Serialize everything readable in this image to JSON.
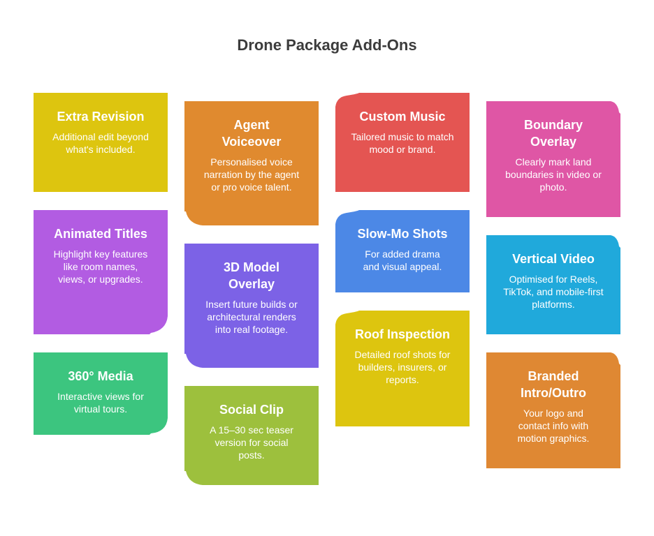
{
  "title": "Drone Package Add-Ons",
  "cards": [
    {
      "title": "Extra Revision",
      "desc": "Additional edit beyond what's included.",
      "color": "#DDC50F"
    },
    {
      "title": "Agent Voiceover",
      "desc": "Personalised voice narration by the agent or pro voice talent.",
      "color": "#E08A2F"
    },
    {
      "title": "Custom Music",
      "desc": "Tailored music to match mood or brand.",
      "color": "#E45552"
    },
    {
      "title": "Boundary Overlay",
      "desc": "Clearly mark land boundaries in video or photo.",
      "color": "#DF56A5"
    },
    {
      "title": "Animated Titles",
      "desc": "Highlight key features like room names, views, or upgrades.",
      "color": "#B25CE2"
    },
    {
      "title": "Slow-Mo Shots",
      "desc": "For added drama and visual appeal.",
      "color": "#4C88E6"
    },
    {
      "title": "3D Model Overlay",
      "desc": "Insert future builds or architectural renders into real footage.",
      "color": "#7C62E6"
    },
    {
      "title": "Vertical Video",
      "desc": "Optimised for Reels, TikTok, and mobile-first platforms.",
      "color": "#20A9DB"
    },
    {
      "title": "Roof Inspection",
      "desc": "Detailed roof shots for builders, insurers, or reports.",
      "color": "#DDC50F"
    },
    {
      "title": "360° Media",
      "desc": "Interactive views for virtual tours.",
      "color": "#3CC57F"
    },
    {
      "title": "Social Clip",
      "desc": "A 15–30 sec teaser version for social posts.",
      "color": "#9DC03D"
    },
    {
      "title": "Branded Intro/Outro",
      "desc": "Your logo and contact info with motion graphics.",
      "color": "#DF8833"
    }
  ]
}
